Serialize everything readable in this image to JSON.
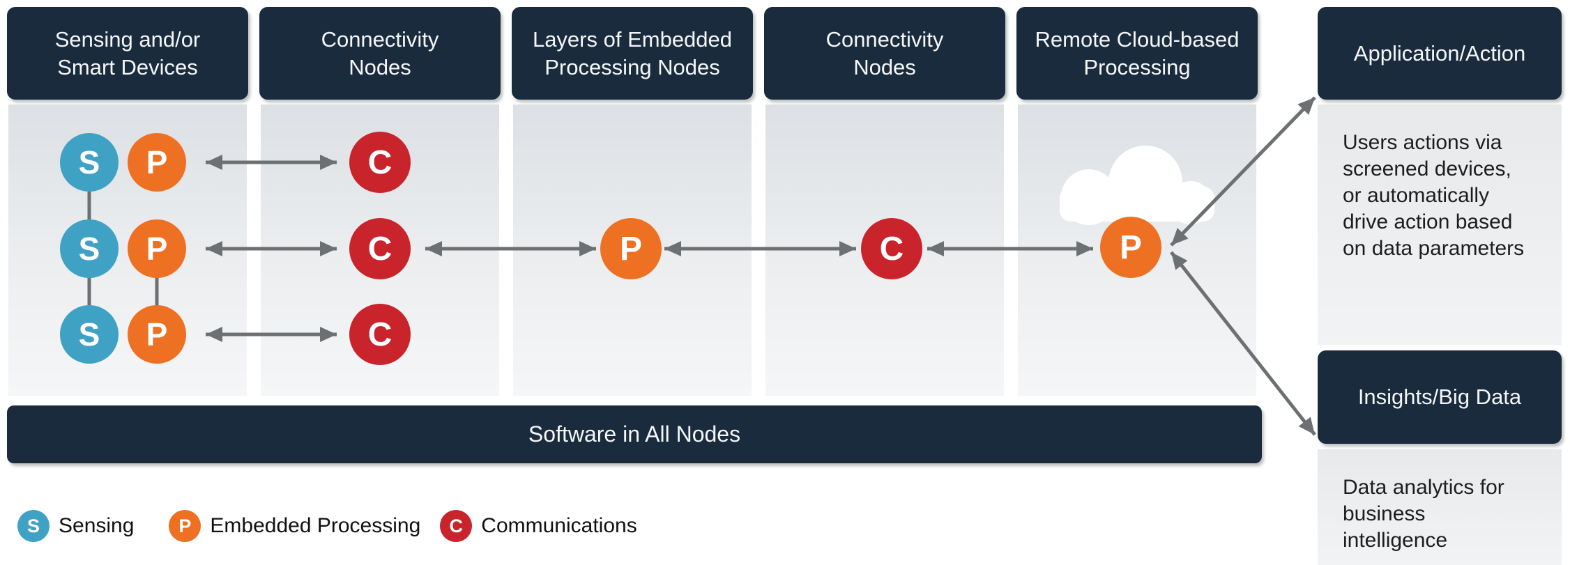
{
  "diagram": {
    "columns": [
      {
        "title_lines": [
          "Sensing and/or",
          "Smart Devices"
        ]
      },
      {
        "title_lines": [
          "Connectivity",
          "Nodes"
        ]
      },
      {
        "title_lines": [
          "Layers of Embedded",
          "Processing Nodes"
        ]
      },
      {
        "title_lines": [
          "Connectivity",
          "Nodes"
        ]
      },
      {
        "title_lines": [
          "Remote Cloud-based",
          "Processing"
        ]
      }
    ],
    "software_bar_label": "Software in All Nodes",
    "node_letters": {
      "sensing": "S",
      "processing": "P",
      "communications": "C"
    },
    "right_panel": {
      "application": {
        "title": "Application/Action",
        "description": "Users actions via screened devices, or automatically drive action based on data parameters"
      },
      "insights": {
        "title": "Insights/Big Data",
        "description": "Data analytics for business intelligence"
      }
    },
    "legend": [
      {
        "letter": "S",
        "label": "Sensing"
      },
      {
        "letter": "P",
        "label": "Embedded Processing"
      },
      {
        "letter": "C",
        "label": "Communications"
      }
    ],
    "icons": {
      "cloud": "cloud-icon"
    },
    "colors": {
      "navy": "#1a2b3d",
      "teal": "#3fa2c4",
      "orange": "#ee7023",
      "red": "#c9242c",
      "arrow_gray": "#6d7072",
      "panel_gray": "#e7e9eb"
    }
  }
}
